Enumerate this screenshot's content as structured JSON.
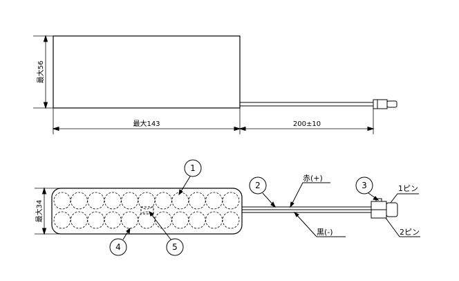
{
  "top_view": {
    "height_label": "最大56",
    "width_label": "最大143",
    "lead_label": "200±10"
  },
  "bottom_view": {
    "height_label": "最大34",
    "callouts": [
      "1",
      "2",
      "3",
      "4",
      "5"
    ],
    "wire_red_label": "赤(+)",
    "wire_black_label": "黒(-)",
    "pin1_label": "1ピン",
    "pin2_label": "2ピン"
  }
}
